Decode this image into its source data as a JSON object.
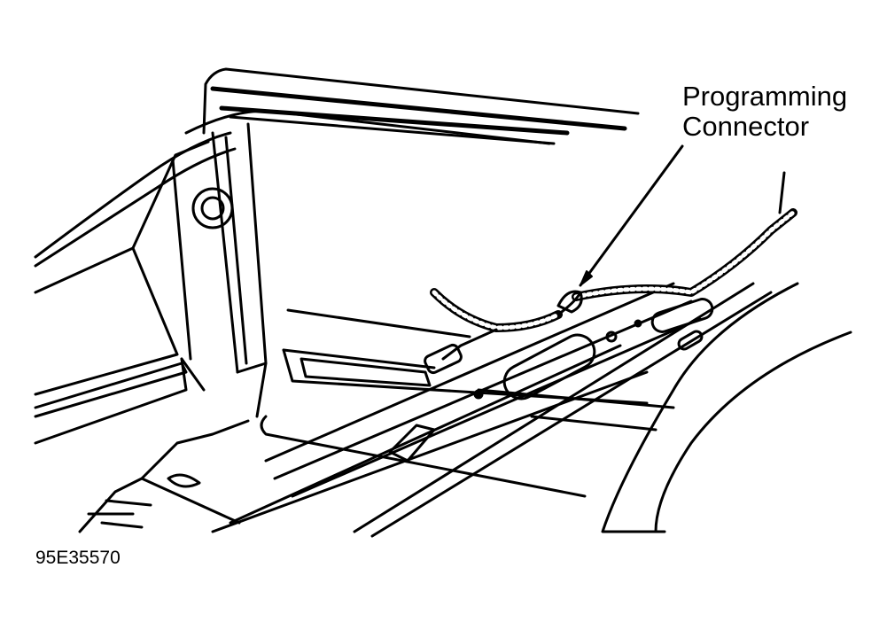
{
  "callout": {
    "line1": "Programming",
    "line2": "Connector"
  },
  "figure_id": "95E35570",
  "colors": {
    "ink": "#000000",
    "paper": "#ffffff"
  }
}
